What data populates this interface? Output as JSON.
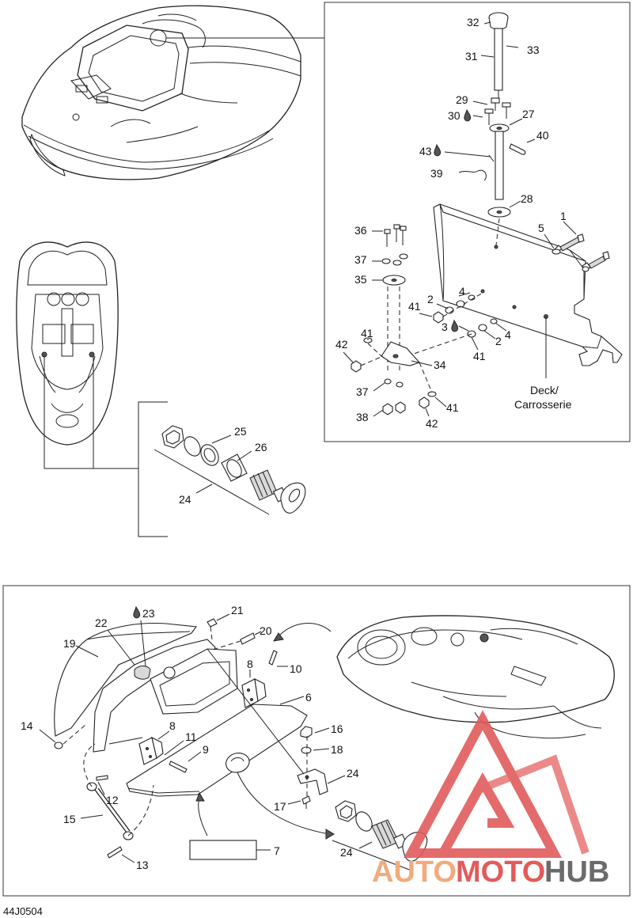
{
  "deck_label": [
    "Deck/",
    "Carrosserie"
  ],
  "drawing_code": "44J0504",
  "watermark": {
    "part1": "AUTO",
    "part2": "MOTO",
    "part3": "HUB",
    "color_red": "#e25b5b",
    "color_orange": "#f2ab7c",
    "color_gray": "#6b6b6b"
  },
  "callouts": {
    "c32": "32",
    "c33": "33",
    "c31": "31",
    "c29": "29",
    "c30": "30",
    "c27": "27",
    "c40": "40",
    "c43": "43",
    "c39": "39",
    "c28": "28",
    "c1": "1",
    "c5": "5",
    "c36": "36",
    "c37a": "37",
    "c35": "35",
    "c4a": "4",
    "c2a": "2",
    "c41a": "41",
    "c3": "3",
    "c2b": "2",
    "c4b": "4",
    "c41b": "41",
    "c42a": "42",
    "c41c": "41",
    "c34": "34",
    "c37b": "37",
    "c41d": "41",
    "c38": "38",
    "c42b": "42",
    "c25": "25",
    "c26": "26",
    "c24a": "24",
    "c21": "21",
    "c22": "22",
    "c23": "23",
    "c19": "19",
    "c20": "20",
    "c10": "10",
    "c8a": "8",
    "c6": "6",
    "c14": "14",
    "c8b": "8",
    "c11": "11",
    "c9": "9",
    "c16": "16",
    "c18": "18",
    "c24b": "24",
    "c12": "12",
    "c17": "17",
    "c15": "15",
    "c7": "7",
    "c24c": "24",
    "c13": "13"
  }
}
